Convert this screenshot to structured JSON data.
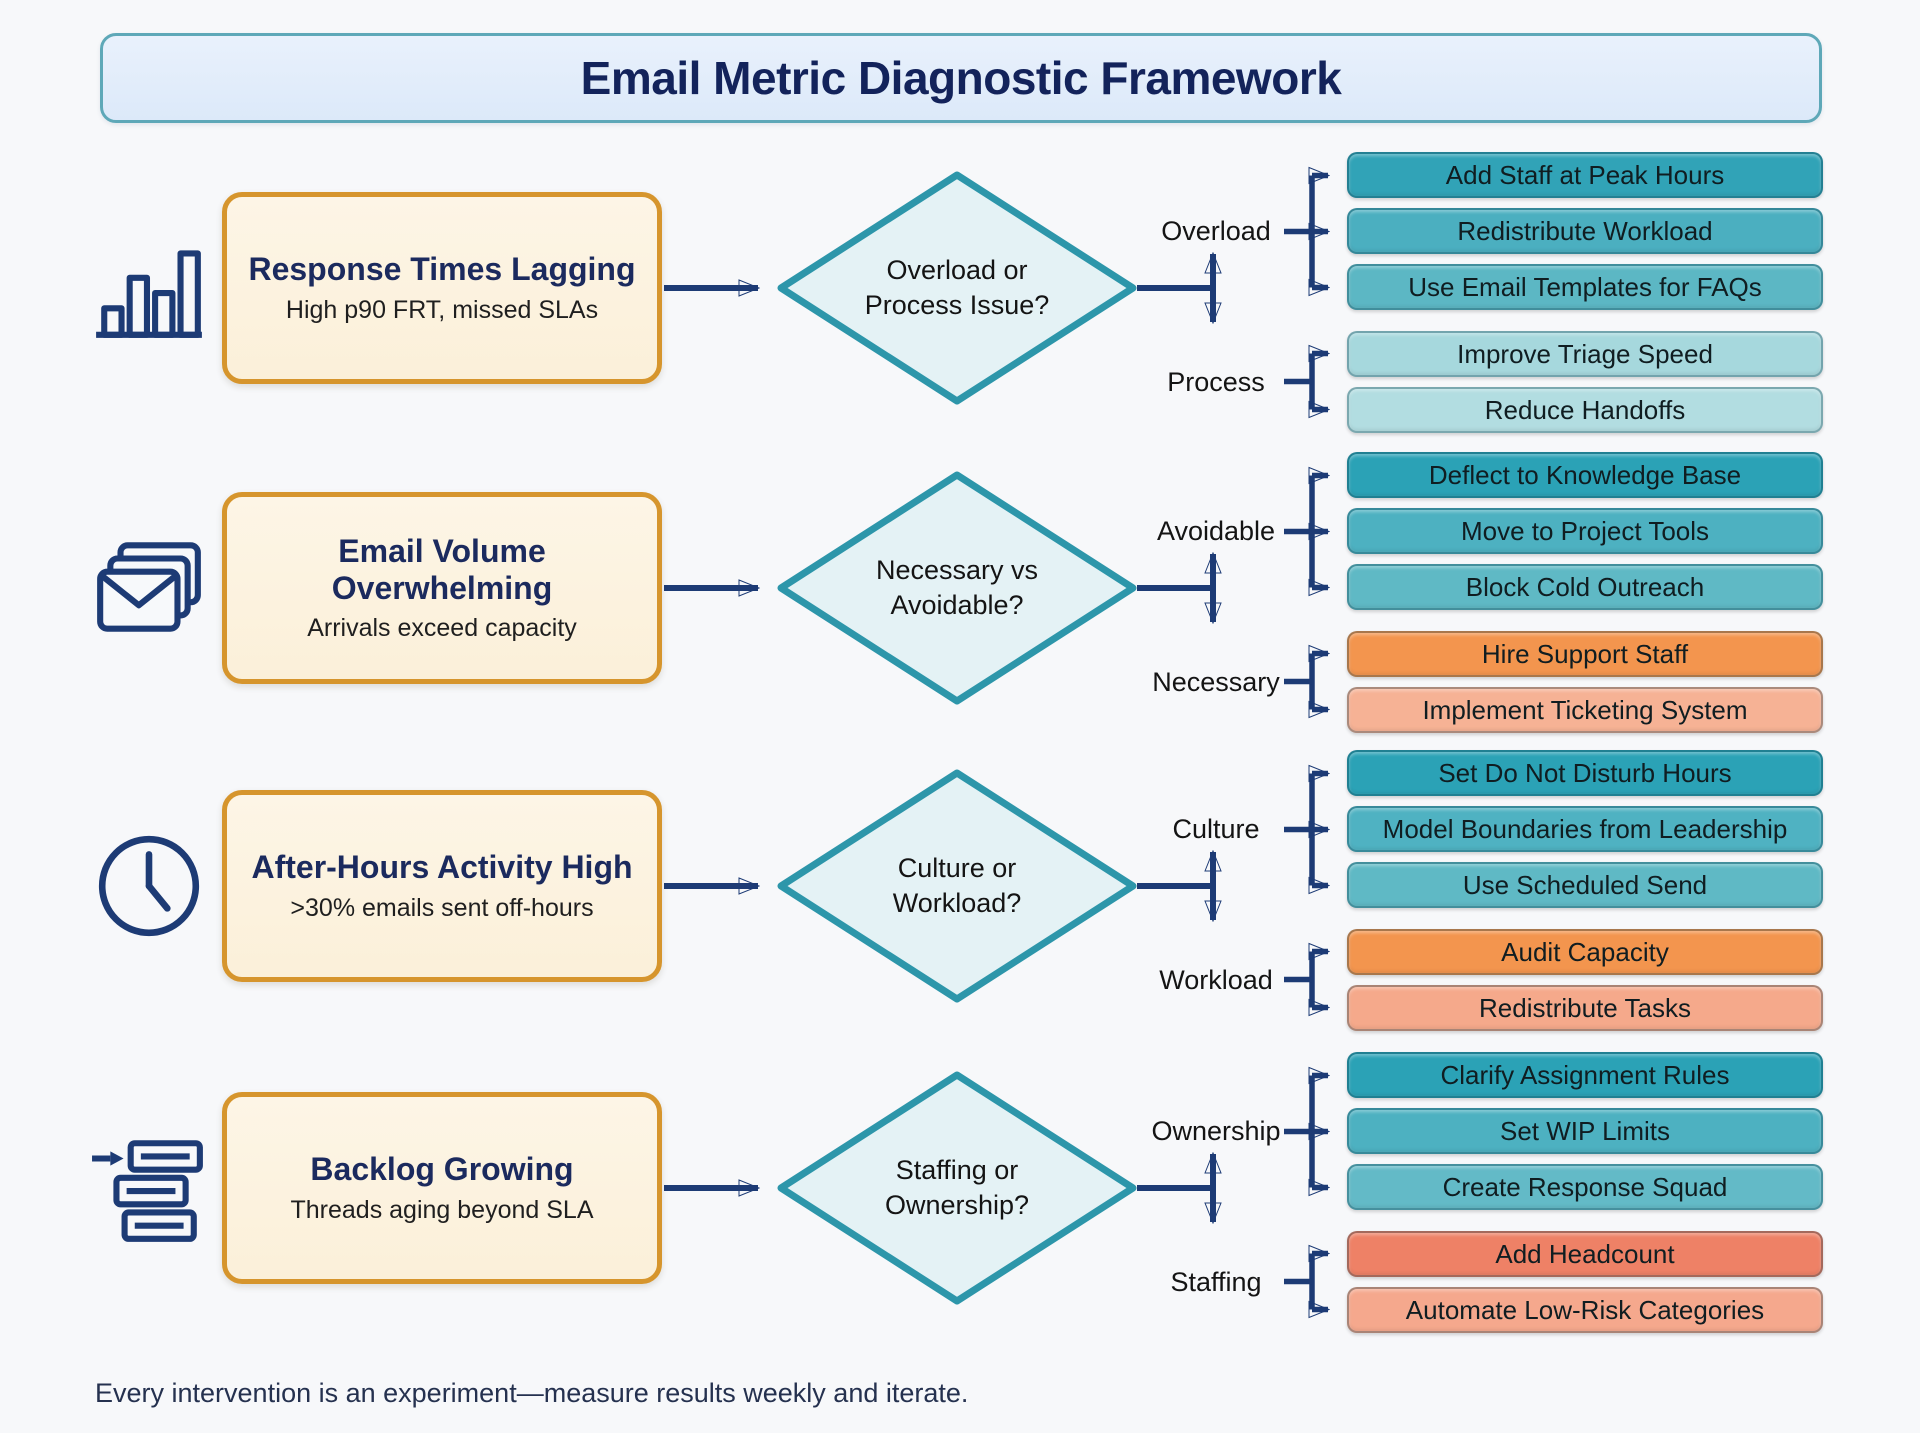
{
  "title": "Email Metric Diagnostic Framework",
  "footer": "Every intervention is an experiment—measure results weekly and iterate.",
  "colors": {
    "connector_navy": "#1d3b75",
    "problem_fill": "#fcf2df",
    "problem_border": "#d6952d",
    "diamond_fill": "#e4f2f5",
    "diamond_border": "#2d96aa",
    "title_fill": "#e2ecfa",
    "title_border": "#5ea8b8"
  },
  "rows": [
    {
      "icon": "bar-chart-icon",
      "problem": {
        "title": "Response Times Lagging",
        "subtitle": "High p90 FRT, missed SLAs"
      },
      "decision": {
        "line1": "Overload or",
        "line2": "Process Issue?"
      },
      "branches": [
        {
          "label": "Overload",
          "actions": [
            {
              "text": "Add Staff at Peak Hours",
              "color": "#31a3b7"
            },
            {
              "text": "Redistribute Workload",
              "color": "#4bafc0"
            },
            {
              "text": "Use Email Templates for FAQs",
              "color": "#5cb7c4"
            }
          ]
        },
        {
          "label": "Process",
          "actions": [
            {
              "text": "Improve Triage Speed",
              "color": "#a6d8dd"
            },
            {
              "text": "Reduce Handoffs",
              "color": "#b2dde1"
            }
          ]
        }
      ]
    },
    {
      "icon": "email-stack-icon",
      "problem": {
        "title": "Email Volume Overwhelming",
        "subtitle": "Arrivals exceed capacity"
      },
      "decision": {
        "line1": "Necessary vs",
        "line2": "Avoidable?"
      },
      "branches": [
        {
          "label": "Avoidable",
          "actions": [
            {
              "text": "Deflect to Knowledge Base",
              "color": "#2ba2b6"
            },
            {
              "text": "Move to Project Tools",
              "color": "#4db1c1"
            },
            {
              "text": "Block Cold Outreach",
              "color": "#5fb9c5"
            }
          ]
        },
        {
          "label": "Necessary",
          "actions": [
            {
              "text": "Hire Support Staff",
              "color": "#f3954e"
            },
            {
              "text": "Implement Ticketing System",
              "color": "#f6b295"
            }
          ]
        }
      ]
    },
    {
      "icon": "clock-icon",
      "problem": {
        "title": "After-Hours Activity High",
        "subtitle": ">30% emails sent off-hours"
      },
      "decision": {
        "line1": "Culture or",
        "line2": "Workload?"
      },
      "branches": [
        {
          "label": "Culture",
          "actions": [
            {
              "text": "Set Do Not Disturb Hours",
              "color": "#2ba2b6"
            },
            {
              "text": "Model Boundaries from Leadership",
              "color": "#4fb2c2"
            },
            {
              "text": "Use Scheduled Send",
              "color": "#5fb9c5"
            }
          ]
        },
        {
          "label": "Workload",
          "actions": [
            {
              "text": "Audit Capacity",
              "color": "#f3954e"
            },
            {
              "text": "Redistribute Tasks",
              "color": "#f5a98b"
            }
          ]
        }
      ]
    },
    {
      "icon": "backlog-queue-icon",
      "problem": {
        "title": "Backlog Growing",
        "subtitle": "Threads aging beyond SLA"
      },
      "decision": {
        "line1": "Staffing or",
        "line2": "Ownership?"
      },
      "branches": [
        {
          "label": "Ownership",
          "actions": [
            {
              "text": "Clarify Assignment Rules",
              "color": "#2ba2b6"
            },
            {
              "text": "Set WIP Limits",
              "color": "#4db1c1"
            },
            {
              "text": "Create Response Squad",
              "color": "#63bac7"
            }
          ]
        },
        {
          "label": "Staffing",
          "actions": [
            {
              "text": "Add Headcount",
              "color": "#ee8166"
            },
            {
              "text": "Automate Low-Risk Categories",
              "color": "#f5a88d"
            }
          ]
        }
      ]
    }
  ]
}
